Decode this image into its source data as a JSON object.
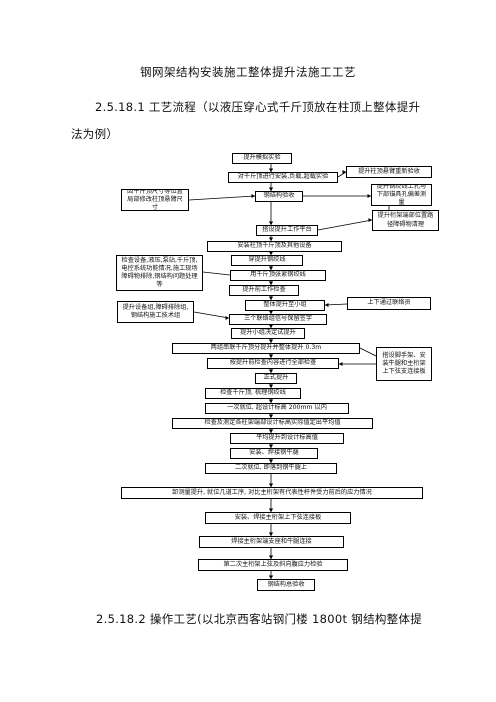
{
  "title": "钢网架结构安装施工整体提升法施工工艺",
  "section1": {
    "line1": "2.5.18.1 工艺流程（以液压穿心式千斤顶放在柱顶上整体提升",
    "line2": "法为例）"
  },
  "flow": {
    "steps": [
      "提升模拟实验",
      "对千斤顶进行安装,负载,超载实验",
      "钢结构验收",
      "搭设提升工作平台",
      "安装柱顶千斤顶及其他设备",
      "穿提升钢绞线",
      "用千斤顶张紧钢绞线",
      "提升前工作检查",
      "整体提升至小组",
      "三个联络组信号保留签字",
      "提升小组决定试提升",
      "两组串联千斤顶分提升并整体提升 0.3m",
      "按提升前检查内容进行全部检查",
      "正式提升",
      "检查千斤顶, 梳理钢绞线",
      "一次就位, 超设计标高 200mm 以内",
      "检查及测定各柱架端部设计标高实际值定出平均值",
      "平均提升到设计标高值",
      "安装、焊接钢牛腿",
      "二次就位, 即落到钢牛腿上",
      "卸测量提升, 就位几道工序, 对比主桁架有代表性杆件受力前后的应力情况",
      "安装、焊接主桁架上下弦连接板",
      "焊接主桁架端支座和牛腿连接",
      "第二次主桁架上弦及斜向腹应力检验",
      "钢结构总验收"
    ],
    "right_notes": [
      "提升柱顶悬臂重新验收",
      "提升钢绞线上孔与下部锚具孔偏差测量",
      "提升桁架端部位置路径障碍物清理",
      "上下通过联络员",
      "搭设脚手架、安装牛腿和主桁架上下弦支连接板"
    ],
    "left_notes": [
      "因千斤顶尺寸等位置局部修改柱顶悬臂尺寸",
      "检查设备,液压,泵站,千斤顶,电控系统功能情况,施工现场障碍物排除,钢结构问题处理等",
      "提升设备组,障碍排除组,钢结构施工技术组"
    ]
  },
  "section2": {
    "line1": "2.5.18.2 操作工艺(以北京西客站钢门楼 1800t 钢结构整体提"
  }
}
